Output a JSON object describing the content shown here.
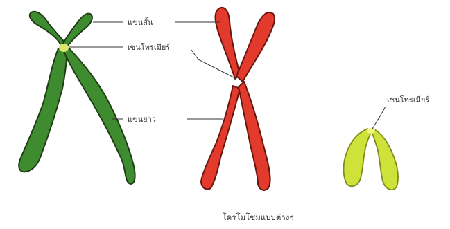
{
  "labels": {
    "short_arm": "แขนสั้น",
    "centromere": "เซนโทรเมียร์",
    "long_arm": "แขนยาว",
    "centromere_right": "เซนโทรเมียร์"
  },
  "caption": "โครโมโซมแบบต่างๆ",
  "chromosomes": [
    {
      "name": "submetacentric",
      "fill": "#3f8b2f",
      "stroke": "#1e3e14",
      "centromere": "#dbe870"
    },
    {
      "name": "metacentric",
      "fill": "#e23a2c",
      "stroke": "#6a150d"
    },
    {
      "name": "telocentric",
      "fill": "#cfe23a",
      "stroke": "#7f8a1a",
      "centromere": "#f1f680"
    }
  ]
}
